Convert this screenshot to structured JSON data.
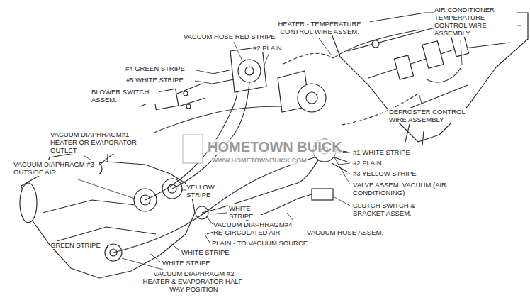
{
  "diagram": {
    "labels": [
      "HEATER - TEMPERATURE CONTROL WIRE ASSEM.",
      "AIR CONDITIONER TEMPERATURE CONTROL WIRE ASSEMBLY",
      "VACUUM HOSE RED STRIPE",
      "#2 PLAIN",
      "#4 GREEN STRIPE",
      "#5 WHITE STRIPE",
      "BLOWER SWITCH ASSEM.",
      "DEFROSTER CONTROL WIRE ASSEMBLY",
      "VACUUM DIAPHRAGM#1 HEATER OR EVAPORATOR OUTLET",
      "VACUUM DIAPHRAGM #3-OUTSIDE AIR",
      "YELLOW STRIPE",
      "WHITE STRIPE",
      "#1 WHITE STRIPE",
      "#2 PLAIN",
      "#3 YELLOW STRIPE",
      "VALVE ASSEM. VACUUM (AIR CONDITIONING)",
      "CLUTCH SWITCH & BRACKET ASSEM.",
      "VACUUM HOSE ASSEM.",
      "VACUUM DIAPHRAGM#4 RE-CIRCULATED AIR",
      "PLAIN - TO VACUUM SOURCE",
      "WHITE STRIPE",
      "WHITE STRIPE",
      "GREEN STRIPE",
      "VACUUM DIAPHRAGM #2 HEATER & EVAPORATOR HALF-WAY POSITION",
      "HOMETOWN BUICK",
      "WWW.HOMETOWNBUICK.COM"
    ]
  }
}
